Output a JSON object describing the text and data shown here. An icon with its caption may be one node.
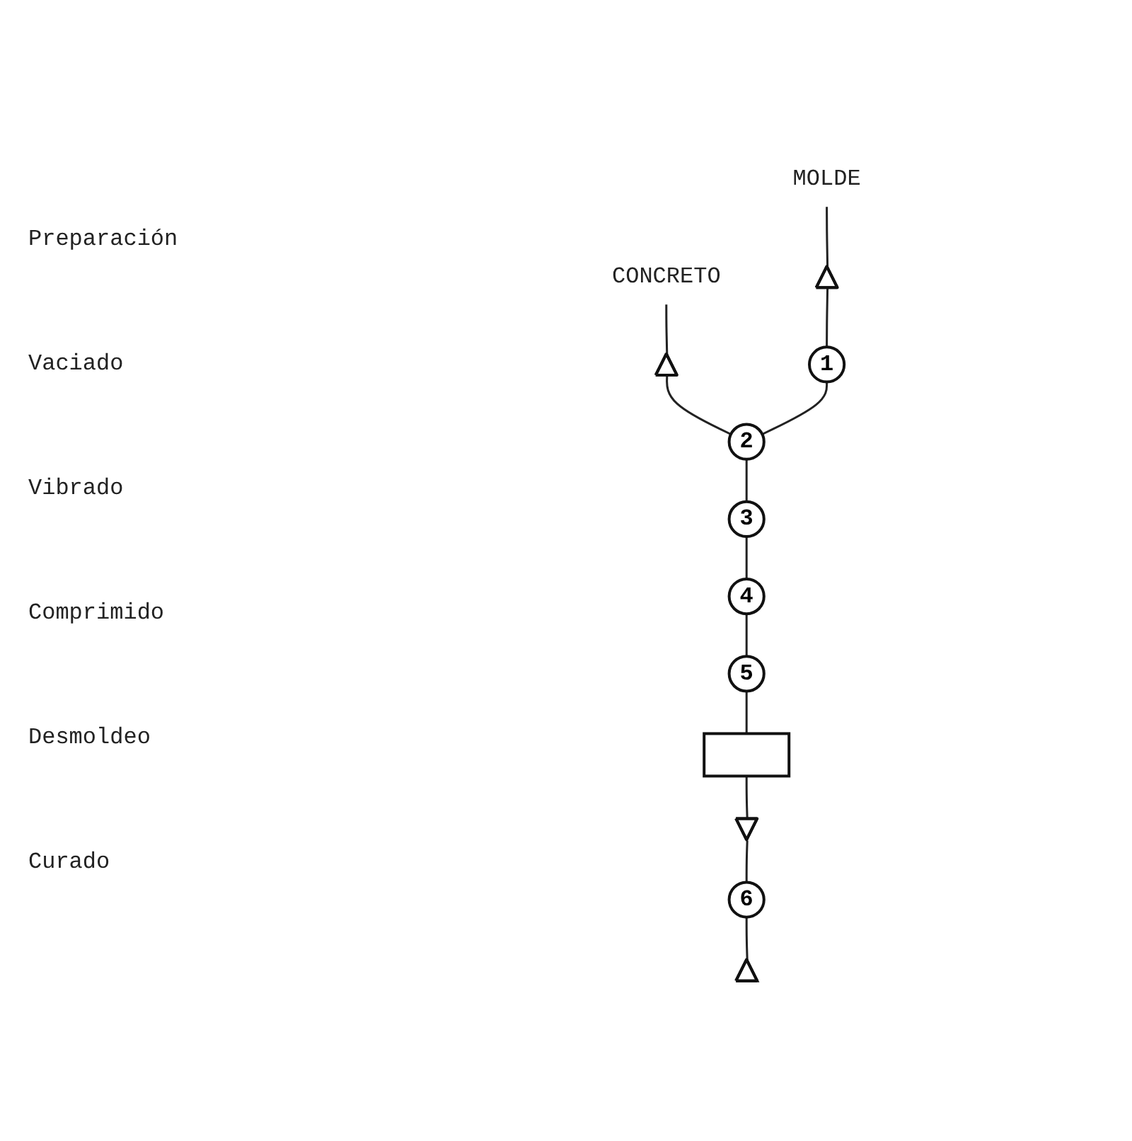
{
  "diagram": {
    "nodes": [
      {
        "text": [
          "CONCRETO"
        ]
      },
      {
        "text": [
          "MOLDE"
        ]
      },
      {
        "text": [],
        "shape": "triangle"
      },
      {
        "text": [],
        "shape": "triangle"
      },
      {
        "text": [
          "1"
        ]
      },
      {
        "text": [
          "2"
        ]
      },
      {
        "text": [
          "3"
        ]
      },
      {
        "text": [
          "4"
        ]
      },
      {
        "text": [
          "5"
        ]
      },
      {
        "text": [],
        "shape": "box"
      },
      {
        "text": [],
        "shape": "arrow"
      },
      {
        "text": [
          "6"
        ]
      },
      {
        "text": [],
        "shape": "triangle"
      }
    ],
    "edges": [
      {
        "from": 0,
        "to": 2,
        "arrow": "none"
      },
      {
        "from": 1,
        "to": 3,
        "arrow": "none"
      },
      {
        "from": 2,
        "to": 5,
        "arrow": "none"
      },
      {
        "from": 3,
        "to": 4,
        "arrow": "none"
      },
      {
        "from": 4,
        "to": 5,
        "arrow": "none"
      },
      {
        "from": 5,
        "to": 6,
        "arrow": "none"
      },
      {
        "from": 6,
        "to": 7,
        "arrow": "none"
      },
      {
        "from": 7,
        "to": 8,
        "arrow": "none"
      },
      {
        "from": 8,
        "to": 9,
        "arrow": "none"
      },
      {
        "from": 9,
        "to": 10,
        "arrow": "none"
      },
      {
        "from": 10,
        "to": 11,
        "arrow": "none"
      },
      {
        "from": 11,
        "to": 12,
        "arrow": "none"
      }
    ],
    "labels": [
      "Preparación",
      "Vaciado",
      "Vibrado",
      "Comprimido",
      "Desmoldeo",
      "Curado"
    ]
  }
}
